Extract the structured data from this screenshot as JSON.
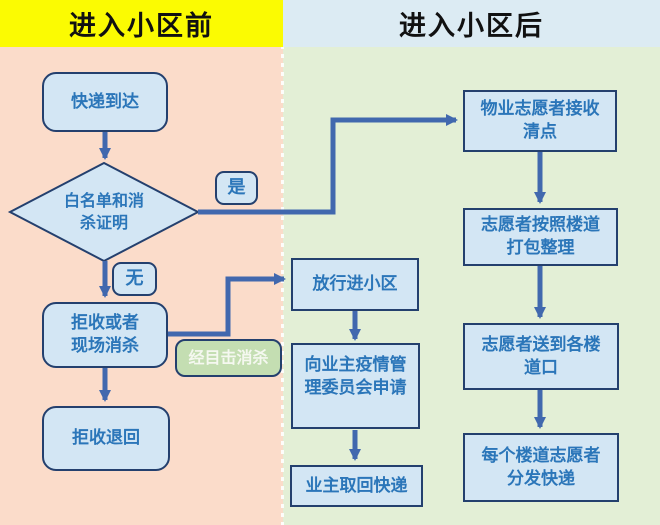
{
  "headers": {
    "left": "进入小区前",
    "right": "进入小区后"
  },
  "flow": {
    "arrive": "快递到达",
    "decision": "白名单和消\n杀证明",
    "yes": "是",
    "no": "无",
    "reject_or_disinfect": "拒收或者\n现场消杀",
    "after_disinfect_tag": "经目击消杀",
    "reject_return": "拒收退回",
    "release": "放行进小区",
    "apply_committee": "向业主疫情管\n理委员会申请",
    "owner_pickup": "业主取回快递",
    "receive_count": "物业志愿者接收\n清点",
    "pack_by_corridor": "志愿者按照楼道\n打包整理",
    "deliver_corridor": "志愿者送到各楼\n道口",
    "distribute": "每个楼道志愿者\n分发快递"
  },
  "colors": {
    "header-left-bg": "#fbfb02",
    "header-right-bg": "#dcebf3",
    "zone-left-bg": "#fbdcca",
    "zone-right-bg": "#e3efd6",
    "node-fill": "#d3e6f4",
    "node-border": "#24406e",
    "node-text": "#2b76b9",
    "arrow": "#4168ae",
    "tag-fill": "#c4deb2",
    "tag-text": "#f5f8f0",
    "header-text": "#111111",
    "divider": "#ffffff"
  }
}
